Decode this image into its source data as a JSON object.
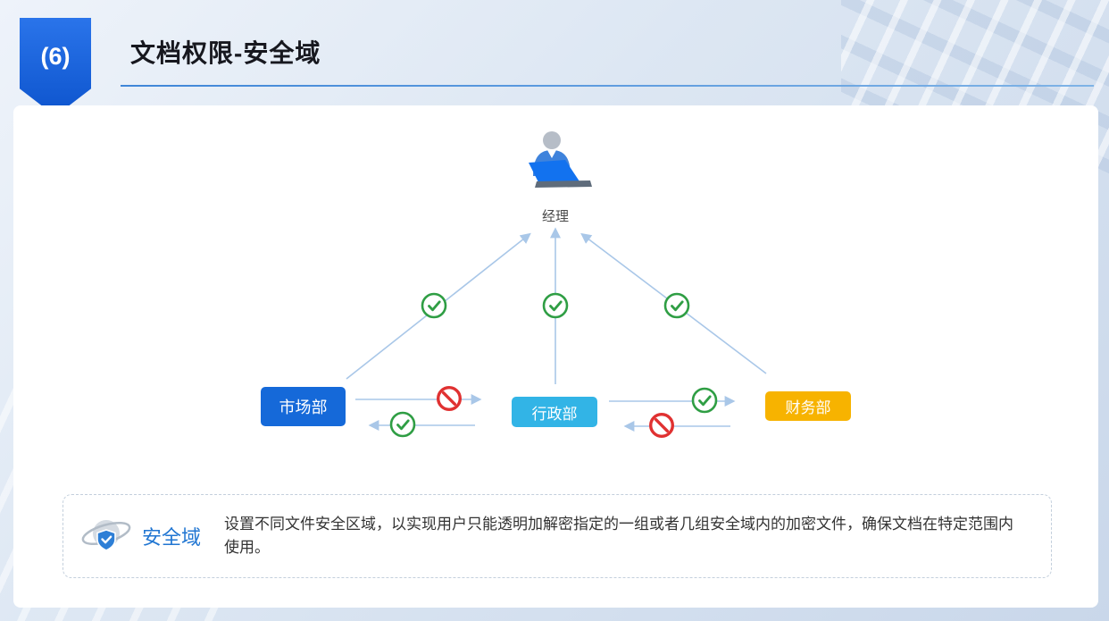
{
  "colors": {
    "accent-blue": "#1565d8",
    "dept-market": "#1569d9",
    "dept-admin": "#32b4e6",
    "dept-finance": "#f7b300",
    "arrow": "#a9c7e8",
    "allow-green": "#2f9e44",
    "deny-red": "#e03131",
    "info-label": "#2176d2"
  },
  "header": {
    "badge": "(6)",
    "title": "文档权限-安全域"
  },
  "diagram": {
    "manager_label": "经理",
    "departments": [
      {
        "label": "市场部"
      },
      {
        "label": "行政部"
      },
      {
        "label": "财务部"
      }
    ],
    "icons": {
      "allow": "✔ check-circle",
      "deny": "🚫 no-entry",
      "manager": "person-at-laptop",
      "security": "globe-with-shield"
    }
  },
  "info": {
    "label": "安全域",
    "description": "设置不同文件安全区域，以实现用户只能透明加解密指定的一组或者几组安全域内的加密文件，确保文档在特定范围内使用。"
  }
}
